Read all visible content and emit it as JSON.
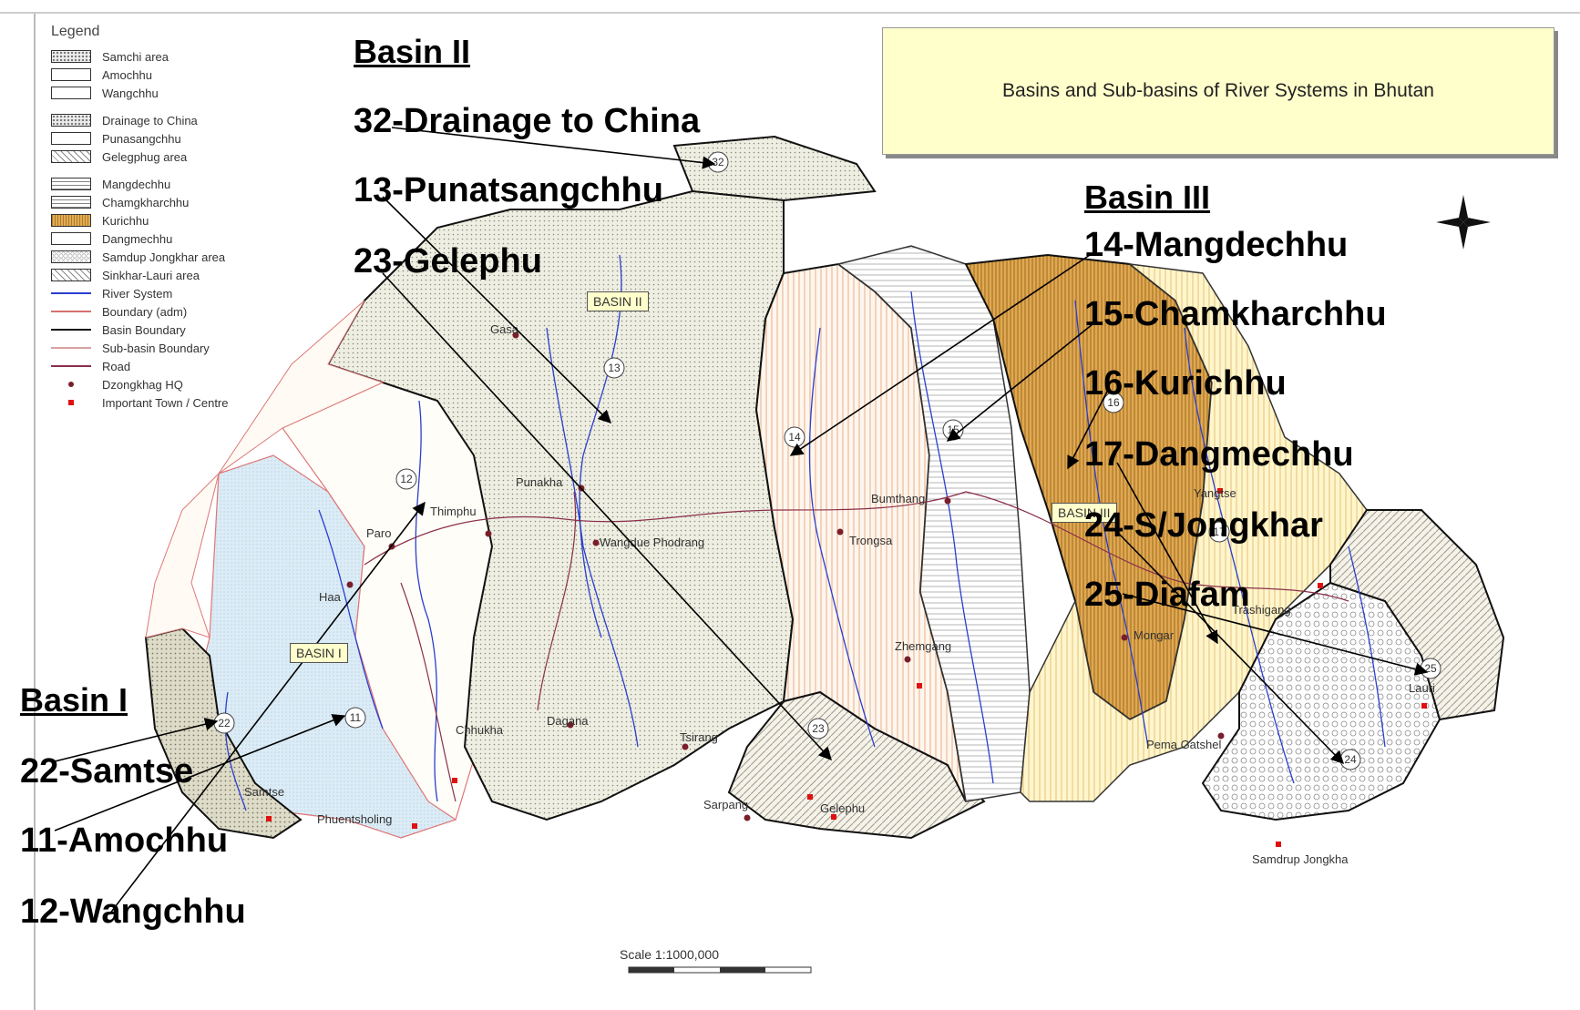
{
  "map_title": "Basins and Sub-basins of River Systems in Bhutan",
  "legend": {
    "title": "Legend",
    "rows": [
      {
        "label": "Samchi area",
        "style": "dots"
      },
      {
        "label": "Amochhu",
        "style": "plain"
      },
      {
        "label": "Wangchhu",
        "style": "plain"
      },
      {
        "label": "Drainage to China",
        "style": "dots",
        "gap": true
      },
      {
        "label": "Punasangchhu",
        "style": "plain"
      },
      {
        "label": "Gelegphug area",
        "style": "dg"
      },
      {
        "label": "Mangdechhu",
        "style": "hl",
        "gap": true
      },
      {
        "label": "Chamgkharchhu",
        "style": "hl"
      },
      {
        "label": "Kurichhu",
        "style": "brown"
      },
      {
        "label": "Dangmechhu",
        "style": "plain"
      },
      {
        "label": "Samdup Jongkhar area",
        "style": "circ"
      },
      {
        "label": "Sinkhar-Lauri area",
        "style": "dg"
      },
      {
        "label": "River System",
        "style": "line",
        "color": "#2a3fd0"
      },
      {
        "label": "Boundary (adm)",
        "style": "line",
        "color": "#d77070"
      },
      {
        "label": "Basin Boundary",
        "style": "line",
        "color": "#111111"
      },
      {
        "label": "Sub-basin Boundary",
        "style": "line",
        "color": "#d9a0a0"
      },
      {
        "label": "Road",
        "style": "line",
        "color": "#8a2f4a"
      },
      {
        "label": "Dzongkhag HQ",
        "style": "pt",
        "color": "#7a1f2a"
      },
      {
        "label": "Important Town / Centre",
        "style": "pt",
        "color": "#e01010"
      }
    ]
  },
  "basins": {
    "basin1": {
      "heading": "Basin I",
      "items": [
        "22-Samtse",
        "11-Amochhu",
        "12-Wangchhu"
      ]
    },
    "basin2": {
      "heading": "Basin II",
      "items": [
        "32-Drainage to China",
        "13-Punatsangchhu",
        "23-Gelephu"
      ]
    },
    "basin3": {
      "heading": "Basin III",
      "items": [
        "14-Mangdechhu",
        "15-Chamkharchhu",
        "16-Kurichhu",
        "17-Dangmechhu",
        "24-S/Jongkhar",
        "25-Diafam"
      ]
    }
  },
  "map_tags": [
    "BASIN I",
    "BASIN II",
    "BASIN III"
  ],
  "sub_basin_markers": [
    "32",
    "13",
    "12",
    "22",
    "11",
    "23",
    "14",
    "15",
    "16",
    "17",
    "24",
    "25"
  ],
  "places": [
    "Gasa",
    "Punakha",
    "Thimphu",
    "Paro",
    "Haa",
    "Wangdue Phodrang",
    "Bumthang",
    "Trongsa",
    "Zhemgang",
    "Tsirang",
    "Dagana",
    "Samtse",
    "Phuentsholing",
    "Chhukha",
    "Sarpang",
    "Gelephu",
    "Mongar",
    "Yangtse",
    "Trashigang",
    "Pema Gatshel",
    "Samdrup Jongkha",
    "Lauri"
  ],
  "scale": "Scale 1:1000,000"
}
